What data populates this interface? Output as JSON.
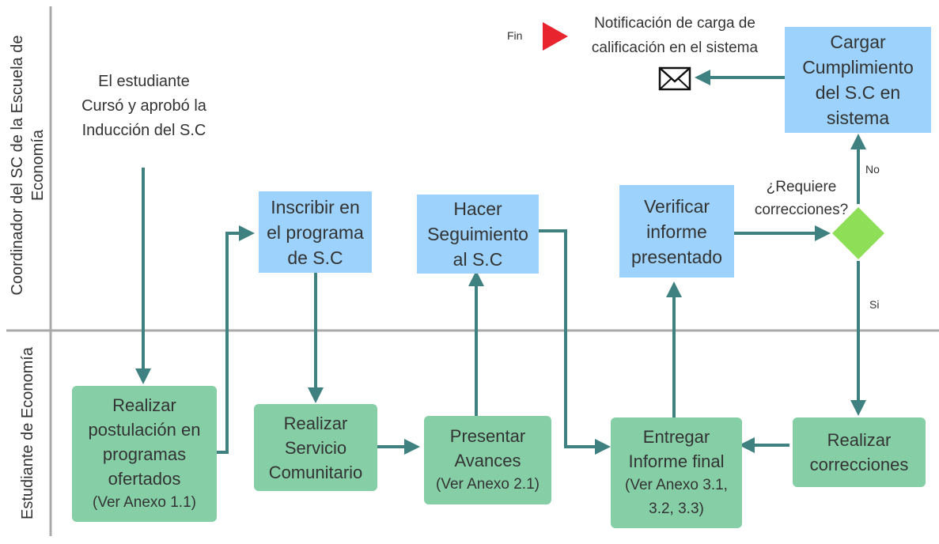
{
  "lanes": {
    "top": "Coordinador del SC de la Escuela de Economía",
    "bottom": "Estudiante de Economía"
  },
  "start_text": "El estudiante Cursó y aprobó la Inducción del S.C",
  "boxes": {
    "postulacion": {
      "label": "Realizar postulación en programas ofertados",
      "note": "(Ver Anexo 1.1)"
    },
    "inscribir": {
      "label": "Inscribir en el programa de S.C"
    },
    "servicio": {
      "label": "Realizar Servicio Comunitario"
    },
    "seguimiento": {
      "label": "Hacer Seguimiento al S.C"
    },
    "avances": {
      "label": "Presentar Avances",
      "note": "(Ver Anexo 2.1)"
    },
    "verificar": {
      "label": "Verificar informe presentado"
    },
    "entregar": {
      "label": "Entregar Informe final",
      "note": "(Ver Anexo 3.1, 3.2, 3.3)"
    },
    "correcciones": {
      "label": "Realizar correcciones"
    },
    "cargar": {
      "label": "Cargar Cumplimiento del S.C en sistema"
    }
  },
  "decision": {
    "question": "¿Requiere correcciones?",
    "yes": "Si",
    "no": "No"
  },
  "end": {
    "label": "Fin",
    "notification": "Notificación de carga de calificación en el sistema",
    "icon": "envelope-icon"
  },
  "colors": {
    "blue": "#9cd2fb",
    "green": "#86cfa6",
    "arrow": "#3f8080",
    "diamond": "#8fde57",
    "end": "#e8252e",
    "lane_line": "#aaaaaa"
  }
}
